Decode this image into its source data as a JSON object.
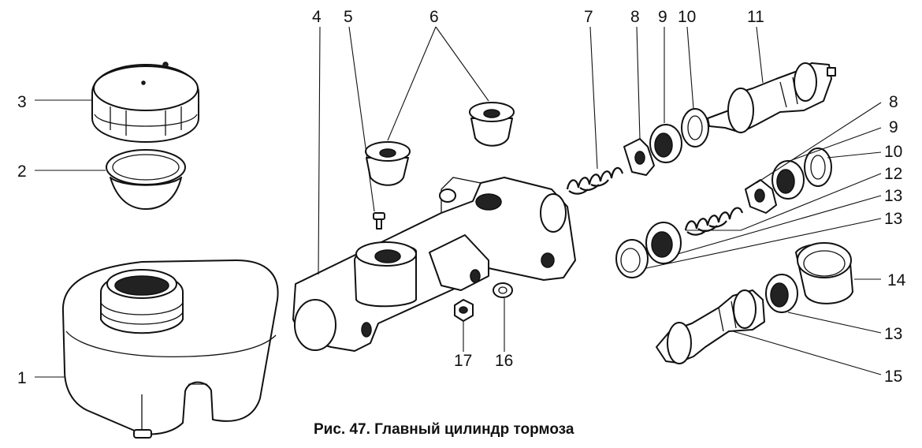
{
  "caption": "Рис. 47. Главный цилиндр тормоза",
  "labels": {
    "l1": "1",
    "l2": "2",
    "l3": "3",
    "l4": "4",
    "l5": "5",
    "l6": "6",
    "l7": "7",
    "l8a": "8",
    "l9a": "9",
    "l10a": "10",
    "l11": "11",
    "l8b": "8",
    "l9b": "9",
    "l10b": "10",
    "l12": "12",
    "l13a": "13",
    "l13b": "13",
    "l13c": "13",
    "l14": "14",
    "l15": "15",
    "l16": "16",
    "l17": "17"
  }
}
